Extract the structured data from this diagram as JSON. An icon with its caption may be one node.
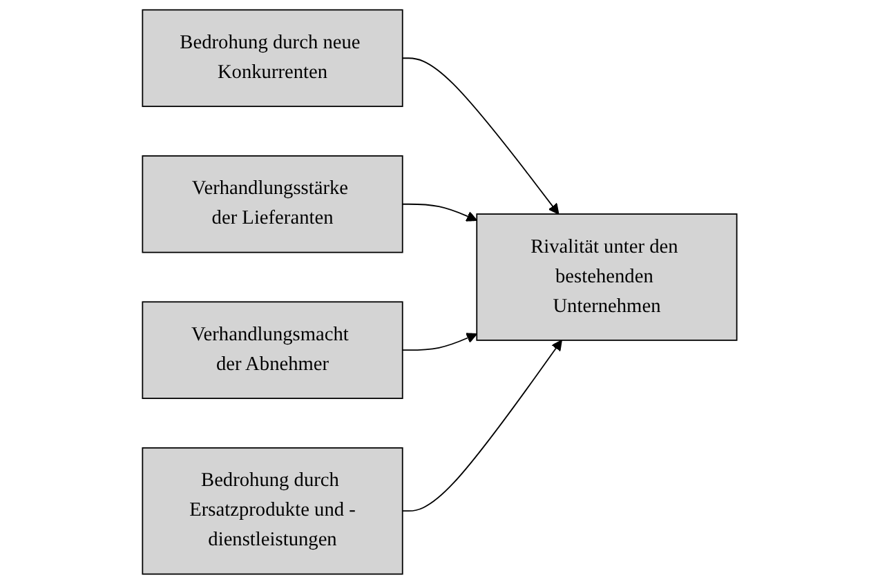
{
  "diagram": {
    "nodes": [
      {
        "text": [
          "Bedrohung durch neue Konkurrenten"
        ]
      },
      {
        "text": [
          "Verhandlungsstärke der Lieferanten"
        ]
      },
      {
        "text": [
          "Rivalität unter den bestehenden Unternehmen"
        ]
      },
      {
        "text": [
          "Verhandlungsmacht der Abnehmer"
        ]
      },
      {
        "text": [
          "Bedrohung durch Ersatzprodukte und -dienstleistungen"
        ]
      }
    ],
    "edges": [
      {
        "from": 0,
        "to": 2,
        "arrow": "to"
      },
      {
        "from": 1,
        "to": 2,
        "arrow": "to"
      },
      {
        "from": 3,
        "to": 2,
        "arrow": "to"
      },
      {
        "from": 4,
        "to": 2,
        "arrow": "to"
      }
    ]
  }
}
